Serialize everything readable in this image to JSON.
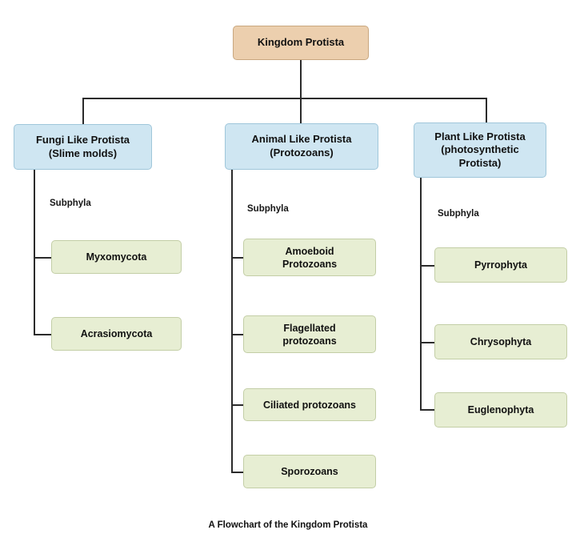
{
  "diagram": {
    "caption": "A Flowchart of the Kingdom Protista",
    "root": {
      "label": "Kingdom Protista",
      "color": "#eccfae"
    },
    "branch_color": "#cfe6f2",
    "leaf_color": "#e7eed3",
    "connector_color": "#2b2b2b",
    "branches": [
      {
        "id": "fungi-like",
        "label": "Fungi Like Protista\n(Slime molds)",
        "line1": "Fungi Like Protista",
        "line2": "(Slime molds)",
        "subphyla_label": "Subphyla",
        "children": [
          {
            "label": "Myxomycota"
          },
          {
            "label": "Acrasiomycota"
          }
        ]
      },
      {
        "id": "animal-like",
        "label": "Animal Like Protista\n(Protozoans)",
        "line1": "Animal Like Protista",
        "line2": "(Protozoans)",
        "subphyla_label": "Subphyla",
        "children": [
          {
            "label": "Amoeboid\nProtozoans",
            "line1": "Amoeboid",
            "line2": "Protozoans"
          },
          {
            "label": "Flagellated\nprotozoans",
            "line1": "Flagellated",
            "line2": "protozoans"
          },
          {
            "label": "Ciliated protozoans"
          },
          {
            "label": "Sporozoans"
          }
        ]
      },
      {
        "id": "plant-like",
        "label": "Plant Like Protista\n(photosynthetic Protista)",
        "line1": "Plant Like Protista",
        "line2": "(photosynthetic",
        "line3": "Protista)",
        "subphyla_label": "Subphyla",
        "children": [
          {
            "label": "Pyrrophyta"
          },
          {
            "label": "Chrysophyta"
          },
          {
            "label": "Euglenophyta"
          }
        ]
      }
    ]
  }
}
